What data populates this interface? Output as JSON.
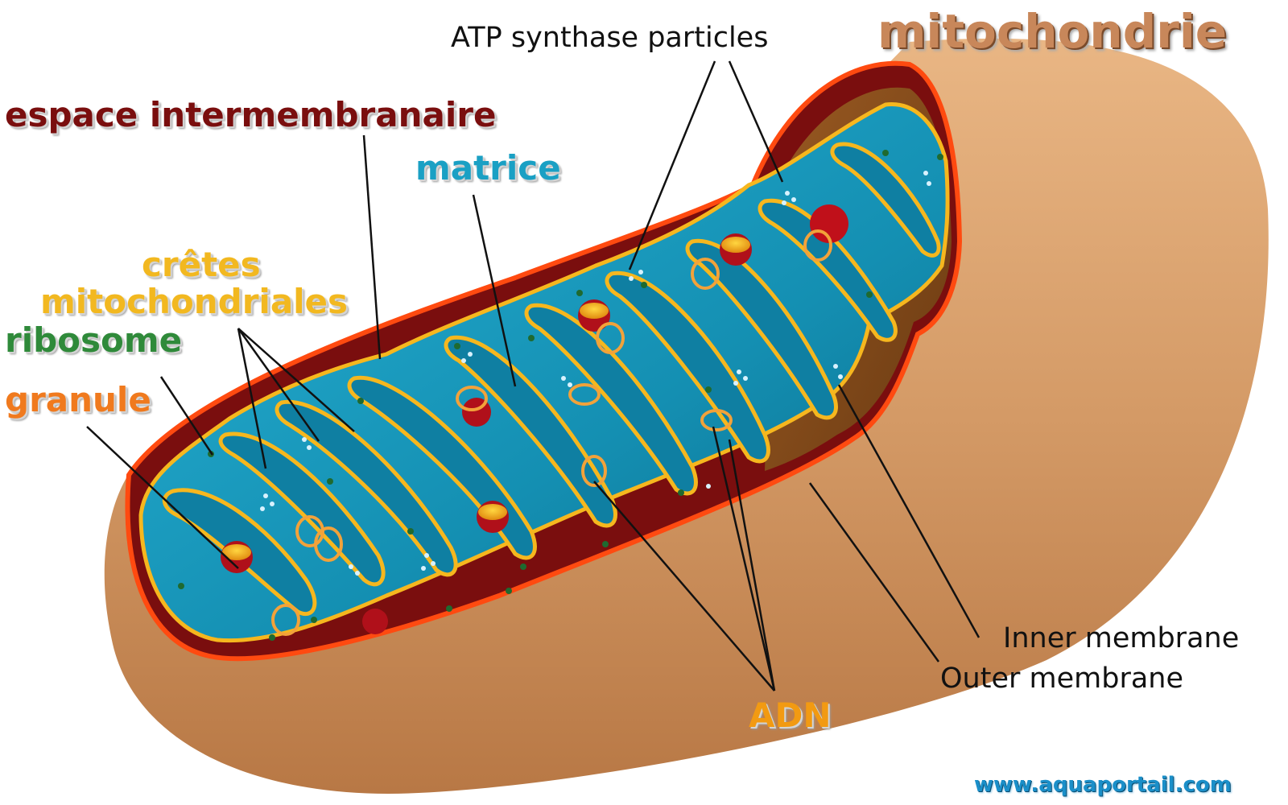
{
  "title": "mitochondrie",
  "footer_url": "www.aquaportail.com",
  "labels": {
    "espace": "espace intermembranaire",
    "matrice": "matrice",
    "cretes_line1": "crêtes",
    "cretes_line2": "mitochondriales",
    "ribosome": "ribosome",
    "granule": "granule",
    "atp": "ATP synthase particles",
    "inner": "Inner membrane",
    "outer": "Outer membrane",
    "adn": "ADN"
  },
  "colors": {
    "title": "#c8875a",
    "espace": "#7a0e0e",
    "matrice": "#1aa0c4",
    "cretes": "#f2b820",
    "ribosome": "#2f8a3a",
    "granule": "#f07a1e",
    "adn": "#f29a12",
    "outer_shell": "#d49a66",
    "matrix_fill": "#1798ba",
    "membrane": "#f6b71e"
  }
}
